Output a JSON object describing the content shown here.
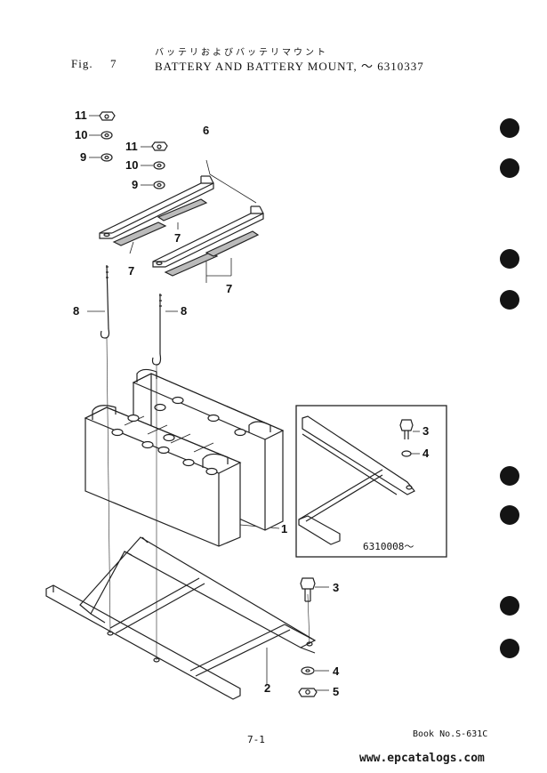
{
  "header": {
    "japanese_title": "バッテリおよびバッテリマウント",
    "fig_label": "Fig.",
    "fig_number": "7",
    "title": "BATTERY AND BATTERY MOUNT, ～ 6310337"
  },
  "callouts": {
    "c11a": "11",
    "c10a": "10",
    "c9a": "9",
    "c11b": "11",
    "c10b": "10",
    "c9b": "9",
    "c6": "6",
    "c7a": "7",
    "c7b": "7",
    "c7c": "7",
    "c8a": "8",
    "c8b": "8",
    "c1": "1",
    "c2": "2",
    "c3a": "3",
    "c4a": "4",
    "c3b": "3",
    "c4b": "4",
    "c5": "5"
  },
  "inset": {
    "serial_range": "6310008～"
  },
  "footer": {
    "page_number": "7-1",
    "book_number": "Book No.S-631C",
    "website": "www.epcatalogs.com"
  }
}
